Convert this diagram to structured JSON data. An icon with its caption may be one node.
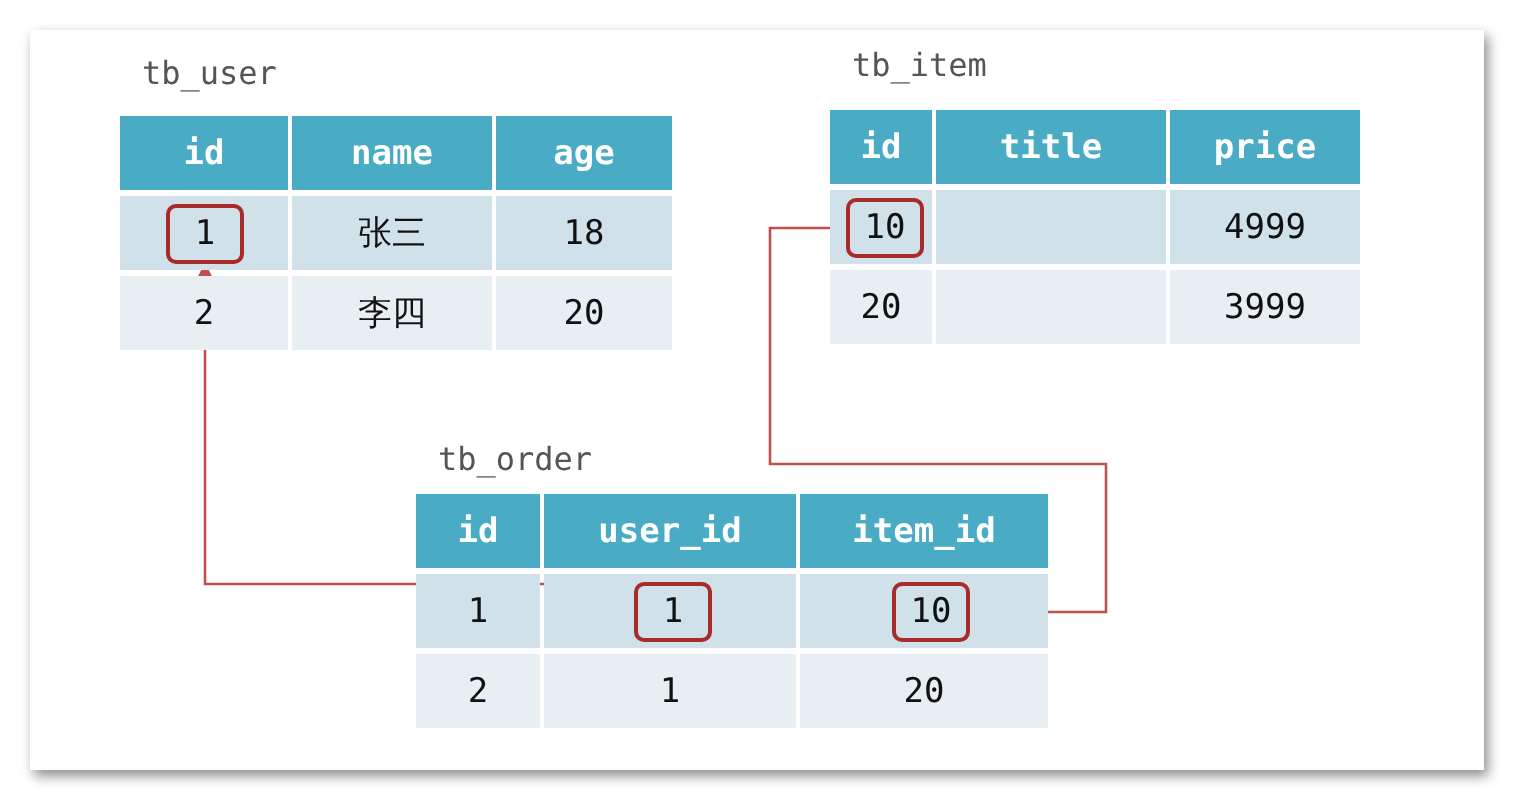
{
  "diagram": {
    "nodes": [
      {
        "text": [
          "1"
        ]
      },
      {
        "text": [
          "10"
        ]
      },
      {
        "text": [
          "1"
        ]
      },
      {
        "text": [
          "10"
        ]
      }
    ],
    "edges": [
      {
        "from": 2,
        "to": 0,
        "arrow": "to"
      },
      {
        "from": 3,
        "to": 1,
        "arrow": "to"
      }
    ],
    "labels": [
      "tb_user",
      "id",
      "name",
      "age",
      "张三",
      "18",
      "2",
      "李四",
      "20",
      "tb_item",
      "id",
      "title",
      "price",
      "4999",
      "20",
      "3999",
      "tb_order",
      "id",
      "user_id",
      "item_id",
      "1",
      "2",
      "1",
      "20"
    ]
  }
}
